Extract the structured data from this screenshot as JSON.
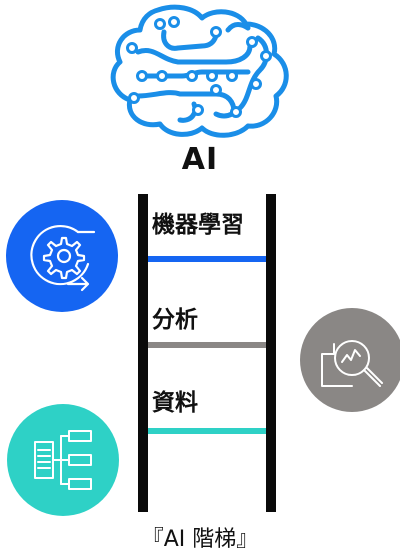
{
  "title": "AI",
  "caption": "『AI 階梯』",
  "steps": [
    {
      "label": "機器學習",
      "color": "#1565f2"
    },
    {
      "label": "分析",
      "color": "#8a8785"
    },
    {
      "label": "資料",
      "color": "#2ed1c6"
    }
  ],
  "icons": {
    "brain": "circuit-brain-icon",
    "ml": "gear-cycle-icon",
    "analysis": "document-magnifier-chart-icon",
    "data": "hierarchy-document-icon"
  },
  "colors": {
    "brain_stroke": "#1a8ee8",
    "rails": "#0a0a0a"
  }
}
